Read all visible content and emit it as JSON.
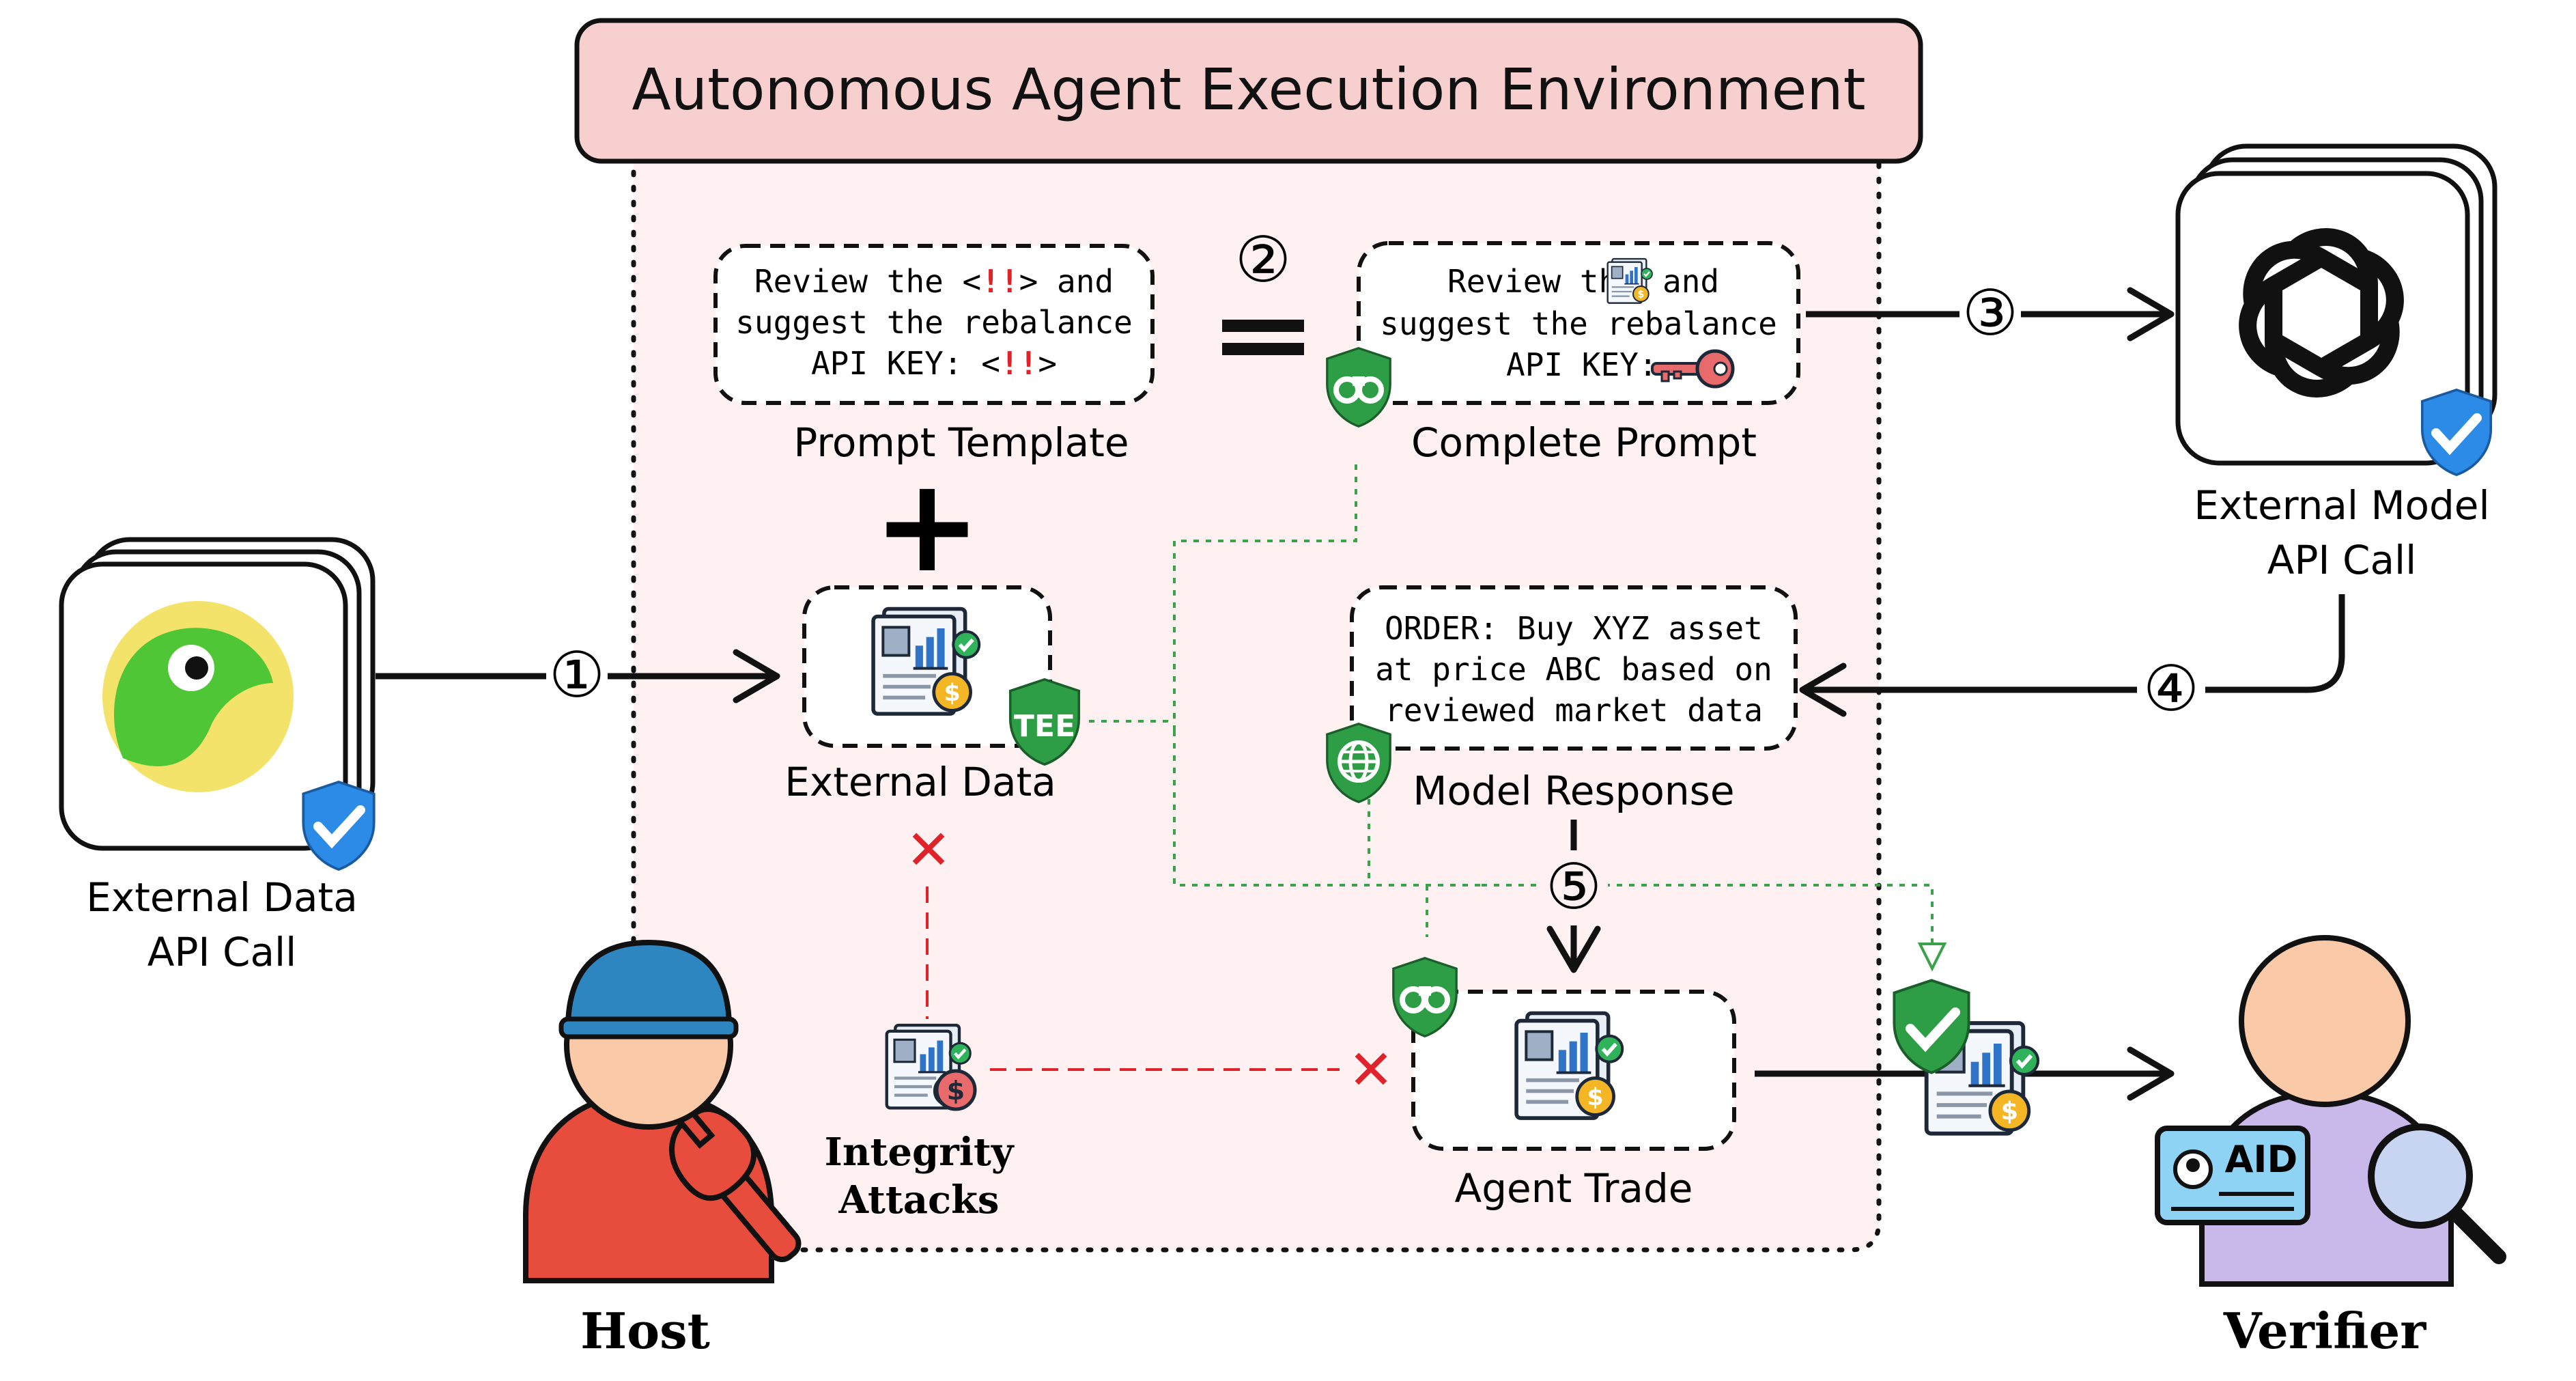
{
  "header": {
    "title": "Autonomous Agent Execution Environment"
  },
  "prompt_template": {
    "line1_pre": "Review the <",
    "line1_post": "> and",
    "line2": "suggest the rebalance",
    "line3_pre": "API KEY: <",
    "line3_post": ">",
    "placeholder_mark": "!!",
    "caption": "Prompt Template"
  },
  "complete_prompt": {
    "line1_pre": "Review the",
    "line1_post": "and",
    "line2": "suggest the rebalance",
    "line3_pre": "API KEY:",
    "caption": "Complete Prompt"
  },
  "external_data": {
    "caption": "External Data",
    "badge": "TEE"
  },
  "model_response": {
    "line1": "ORDER: Buy XYZ asset",
    "line2": "at price ABC based on",
    "line3": "reviewed market data",
    "caption": "Model Response"
  },
  "agent_trade": {
    "caption": "Agent Trade"
  },
  "external_data_api": {
    "line1": "External Data",
    "line2": "API Call"
  },
  "external_model_api": {
    "line1": "External Model",
    "line2": "API Call"
  },
  "integrity": {
    "line1": "Integrity",
    "line2": "Attacks"
  },
  "roles": {
    "host": "Host",
    "verifier": "Verifier",
    "aid_badge": "AID"
  },
  "steps": {
    "s1": "①",
    "s2": "②",
    "s3": "③",
    "s4": "④",
    "s5": "⑤"
  },
  "symbols": {
    "plus": "+",
    "equals": "=",
    "cross": "✕"
  },
  "colors": {
    "header_fill": "#f8cfcf",
    "env_fill": "#fff1f1",
    "shield_green": "#2e9e46",
    "shield_blue": "#2b8be6",
    "attack_red": "#e0232b",
    "dotted_green": "#3aa24a",
    "host_cap": "#2e86c1",
    "host_body": "#e74c3c",
    "verifier_body": "#c9b8ea",
    "skin": "#f9c9a8"
  },
  "icons": {
    "data_source": "coingecko-gecko-icon",
    "model": "openai-logo-icon",
    "report": "financial-report-icon",
    "key": "api-key-icon",
    "binoculars_shield": "binoculars-shield-icon",
    "globe_shield": "globe-shield-icon",
    "check_shield": "verified-check-shield-icon",
    "wrench": "wrench-icon",
    "magnifier": "magnifier-icon"
  }
}
